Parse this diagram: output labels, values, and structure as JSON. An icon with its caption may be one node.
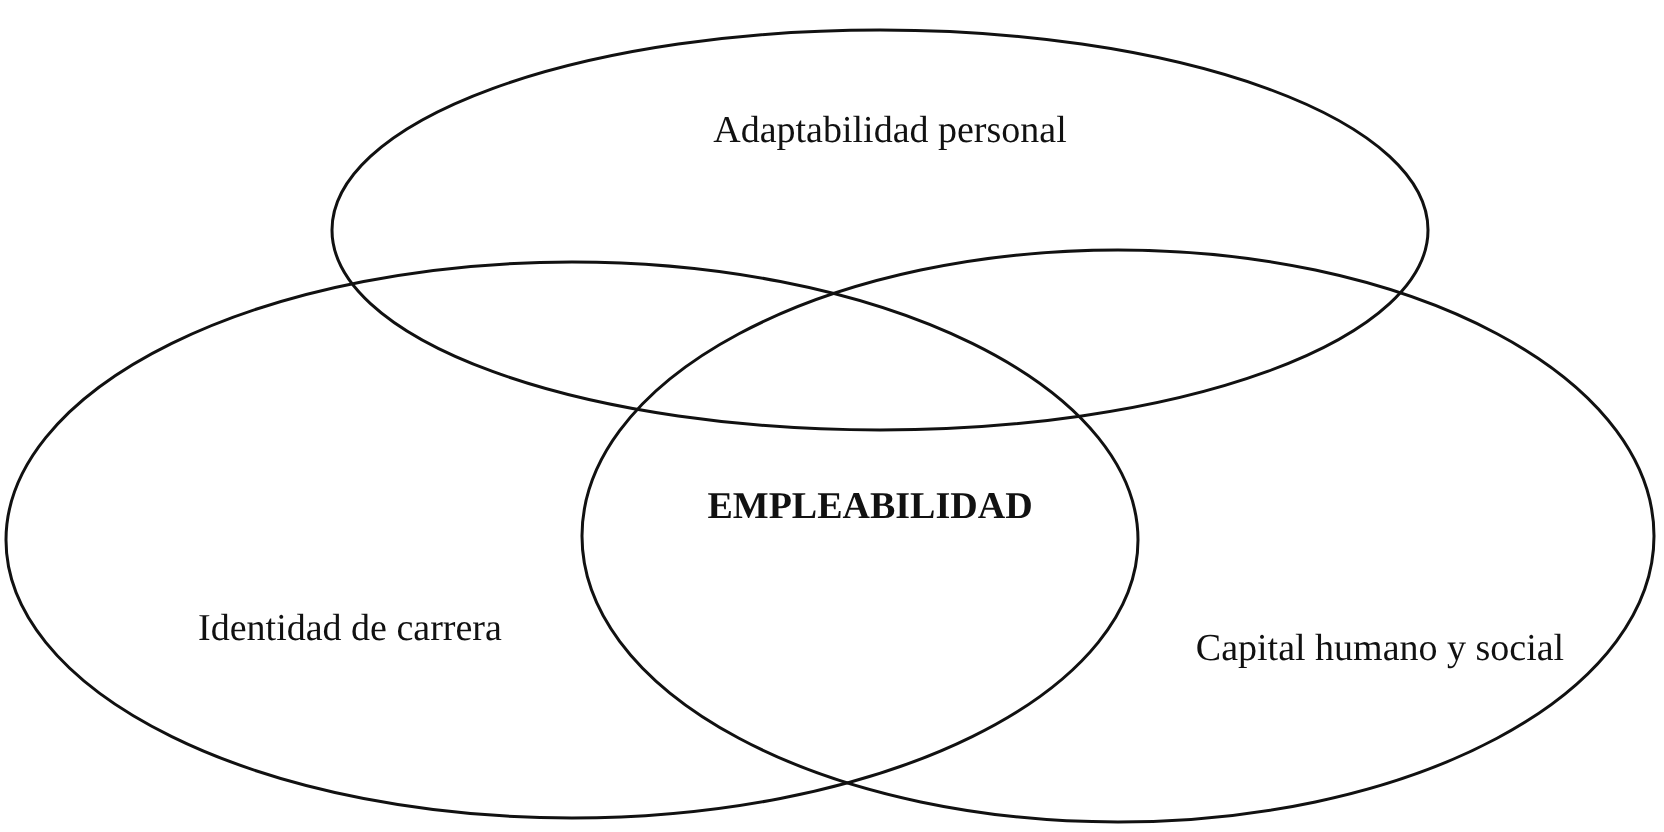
{
  "diagram": {
    "nodes": [
      {
        "text": [
          "Adaptabilidad personal"
        ]
      },
      {
        "text": [
          "Identidad de carrera"
        ]
      },
      {
        "text": [
          "Capital humano y social"
        ]
      }
    ],
    "labels": [
      "EMPLEABILIDAD"
    ]
  }
}
